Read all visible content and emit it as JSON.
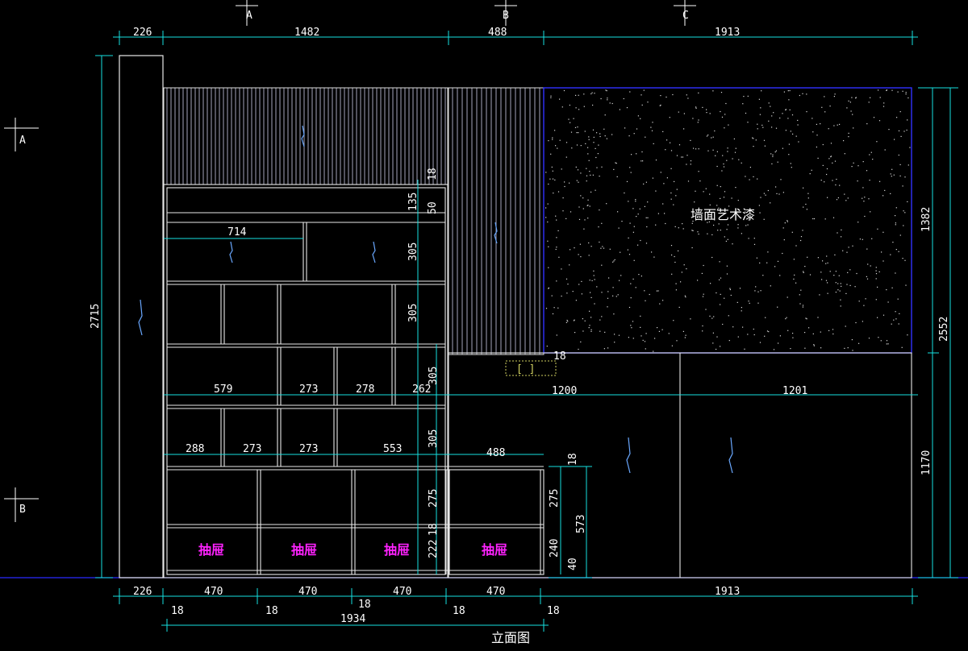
{
  "drawing": {
    "title": "立面图",
    "wall_label": "墙面艺术漆",
    "drawer_label": "抽屉",
    "grid_labels": [
      "A",
      "B",
      "C",
      "A",
      "B"
    ]
  },
  "dimensions": {
    "top": [
      "226",
      "1482",
      "488",
      "1913"
    ],
    "bottom": [
      "226",
      "470",
      "470",
      "470",
      "470",
      "1913"
    ],
    "bottom_gaps": [
      "18",
      "18",
      "18",
      "18",
      "18"
    ],
    "bottom_total": "1934",
    "left_total": "2715",
    "right_total": "2552",
    "right_upper": "1382",
    "right_lower": "1170",
    "cabinet_widths": [
      "1200",
      "1201"
    ],
    "shelf_row_a": [
      "579",
      "273",
      "278",
      "262"
    ],
    "shelf_row_b": [
      "288",
      "273",
      "273",
      "553"
    ],
    "top_shelf_width": "714",
    "low_cabinet_width": "488",
    "vertical_left": [
      "18",
      "135",
      "50",
      "305",
      "305",
      "305",
      "305",
      "275",
      "18",
      "222"
    ],
    "vertical_right": [
      "18",
      "275",
      "240",
      "40",
      "573"
    ],
    "wall_bottom": "18",
    "tag": "[ ]"
  }
}
